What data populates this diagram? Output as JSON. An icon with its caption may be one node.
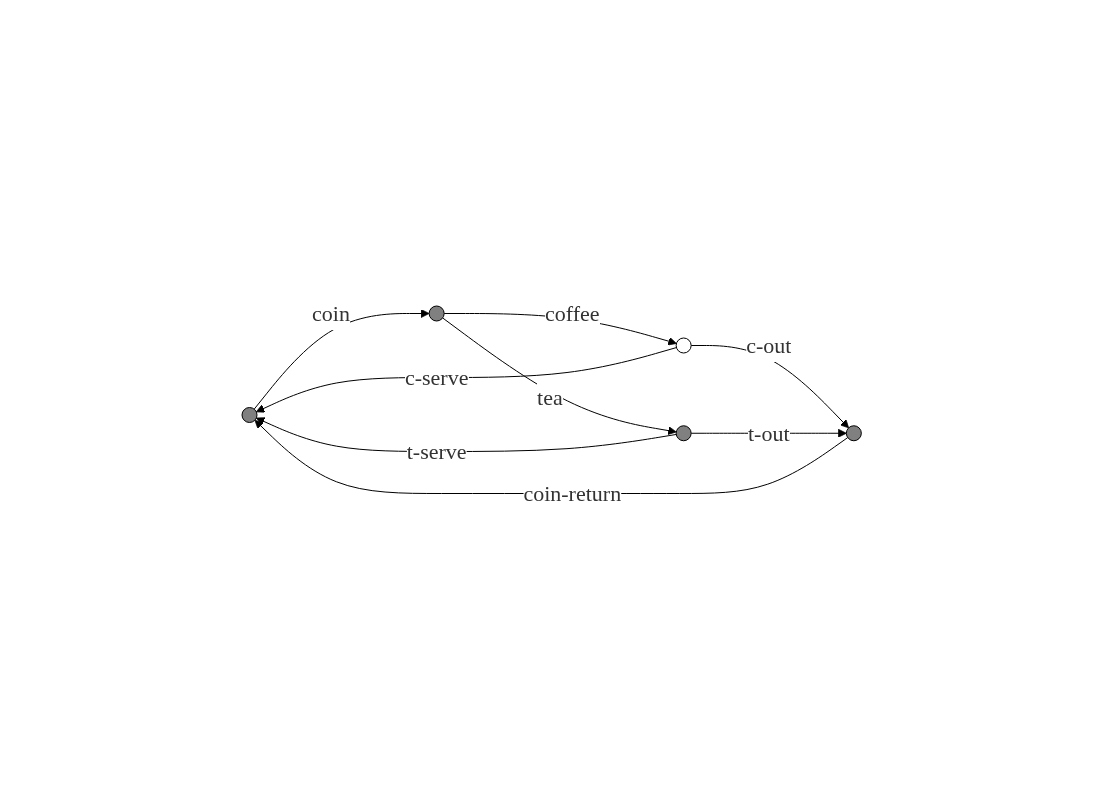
{
  "diagram": {
    "nodes": [
      {
        "text": [],
        "shape": "circle"
      },
      {
        "text": [],
        "shape": "circle"
      },
      {
        "text": [],
        "shape": "circle"
      },
      {
        "text": [],
        "shape": "circle"
      },
      {
        "text": [],
        "shape": "circle"
      }
    ],
    "edges": [
      {
        "from": 0,
        "to": 1,
        "arrow": "to",
        "label": "coin"
      },
      {
        "from": 1,
        "to": 2,
        "arrow": "to",
        "label": "coffee"
      },
      {
        "from": 1,
        "to": 3,
        "arrow": "to",
        "label": "tea"
      },
      {
        "from": 2,
        "to": 4,
        "arrow": "to",
        "label": "c-out"
      },
      {
        "from": 3,
        "to": 4,
        "arrow": "to",
        "label": "t-out"
      },
      {
        "from": 2,
        "to": 0,
        "arrow": "to",
        "label": "c-serve"
      },
      {
        "from": 3,
        "to": 0,
        "arrow": "to",
        "label": "t-serve"
      },
      {
        "from": 4,
        "to": 0,
        "arrow": "to",
        "label": "coin-return"
      }
    ]
  }
}
